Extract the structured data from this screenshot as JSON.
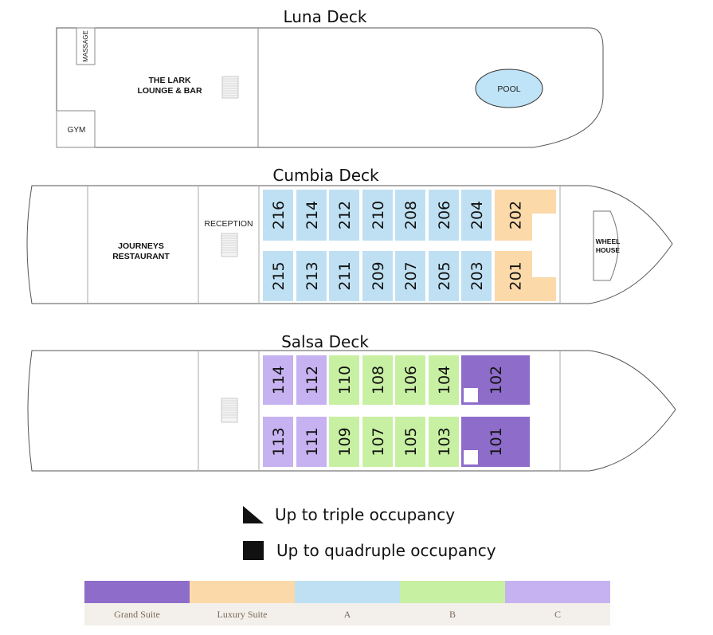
{
  "decks": {
    "luna": {
      "title": "Luna Deck",
      "massage": "MASSAGE",
      "lounge_line1": "THE LARK",
      "lounge_line2": "LOUNGE & BAR",
      "gym": "GYM",
      "pool": "POOL"
    },
    "cumbia": {
      "title": "Cumbia Deck",
      "restaurant_line1": "JOURNEYS",
      "restaurant_line2": "RESTAURANT",
      "reception": "RECEPTION",
      "wheel_line1": "WHEEL",
      "wheel_line2": "HOUSE",
      "top_cabins": [
        "216",
        "214",
        "212",
        "210",
        "208",
        "206",
        "204",
        "202"
      ],
      "bottom_cabins": [
        "215",
        "213",
        "211",
        "209",
        "207",
        "205",
        "203",
        "201"
      ]
    },
    "salsa": {
      "title": "Salsa Deck",
      "top_cabins": [
        "114",
        "112",
        "110",
        "108",
        "106",
        "104",
        "102"
      ],
      "bottom_cabins": [
        "113",
        "111",
        "109",
        "107",
        "105",
        "103",
        "101"
      ]
    }
  },
  "legend": {
    "triple": "Up to triple occupancy",
    "quadruple": "Up to quadruple occupancy"
  },
  "categories": [
    {
      "name": "Grand Suite",
      "color": "#8e6cc9"
    },
    {
      "name": "Luxury Suite",
      "color": "#fcd9a9"
    },
    {
      "name": "A",
      "color": "#bfe0f3"
    },
    {
      "name": "B",
      "color": "#c8f0a2"
    },
    {
      "name": "C",
      "color": "#c6b2f0"
    }
  ]
}
